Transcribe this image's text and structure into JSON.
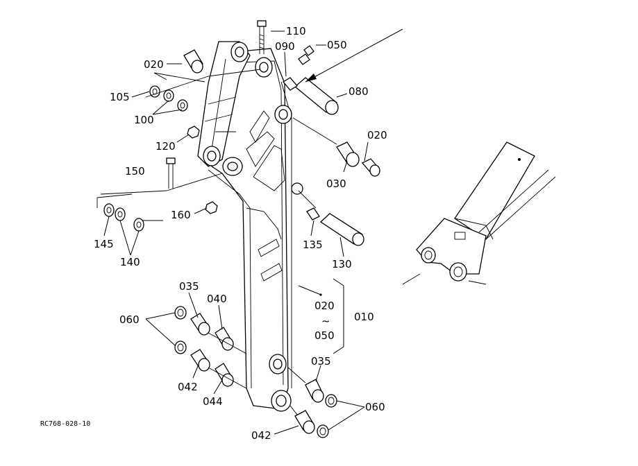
{
  "drawing": {
    "code": "RC768-028-10",
    "callouts": {
      "p110": "110",
      "p090": "090",
      "p050": "050",
      "p020a": "020",
      "p080": "080",
      "p105": "105",
      "p100": "100",
      "p120": "120",
      "p020b": "020",
      "p150": "150",
      "p030": "030",
      "p160": "160",
      "p145": "145",
      "p140": "140",
      "p135": "135",
      "p130": "130",
      "p035a": "035",
      "p040": "040",
      "p060a": "060",
      "p020c": "020",
      "tilde": "~",
      "p050b": "050",
      "p010": "010",
      "p042a": "042",
      "p044": "044",
      "p035b": "035",
      "p060b": "060",
      "p042b": "042"
    }
  }
}
